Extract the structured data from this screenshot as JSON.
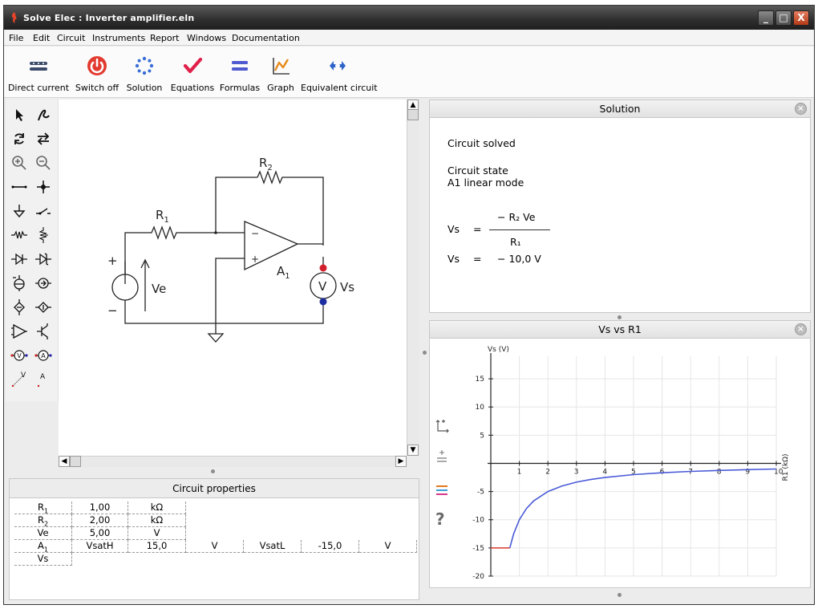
{
  "window": {
    "title": "Solve Elec : Inverter amplifier.eln",
    "minimize": "_",
    "maximize": "□",
    "close": "X"
  },
  "menu": [
    "File",
    "Edit",
    "Circuit",
    "Instruments",
    "Report",
    "Windows",
    "Documentation"
  ],
  "toolbar": {
    "direct_current": "Direct current",
    "switch_off": "Switch off",
    "solution": "Solution",
    "equations": "Equations",
    "formulas": "Formulas",
    "graph": "Graph",
    "equivalent_circuit": "Equivalent circuit"
  },
  "circuit": {
    "r1_base": "R",
    "r1_sub": "1",
    "r2_base": "R",
    "r2_sub": "2",
    "a1_base": "A",
    "a1_sub": "1",
    "ve": "Ve",
    "vs": "Vs",
    "voltmeter": "V",
    "plus": "+",
    "minus": "−",
    "opamp_minus": "−",
    "opamp_plus": "+"
  },
  "properties": {
    "title": "Circuit properties",
    "rows": [
      [
        "R1",
        "1,00",
        "kΩ"
      ],
      [
        "R2",
        "2,00",
        "kΩ"
      ],
      [
        "Ve",
        "5,00",
        "V"
      ],
      [
        "A1",
        "VsatH",
        "15,0",
        "V",
        "VsatL",
        "-15,0",
        "V"
      ],
      [
        "Vs"
      ]
    ]
  },
  "solution": {
    "title": "Solution",
    "solved": "Circuit solved",
    "state_title": "Circuit state",
    "state": "A1 linear mode",
    "lhs": "Vs",
    "eq": "=",
    "numerator": "− R₂ Ve",
    "denominator": "R₁",
    "lhs2": "Vs",
    "eq2": "=",
    "result": "− 10,0 V"
  },
  "graph_panel": {
    "title": "Vs vs R1",
    "help": "?"
  },
  "chart_data": {
    "type": "line",
    "xlabel": "R1 (kΩ)",
    "ylabel": "Vs (V)",
    "xlim": [
      0,
      10
    ],
    "ylim": [
      -20,
      19
    ],
    "xticks": [
      1,
      2,
      3,
      4,
      5,
      6,
      7,
      8,
      9,
      10
    ],
    "yticks": [
      15,
      10,
      5,
      -5,
      -10,
      -15,
      -20
    ],
    "grid": true,
    "saturation": {
      "x": [
        0,
        0.667
      ],
      "y": -15,
      "color": "#d9382a"
    },
    "series": [
      {
        "x": [
          0.667,
          0.8,
          1,
          1.25,
          1.5,
          2,
          2.5,
          3,
          3.5,
          4,
          5,
          6,
          7,
          8,
          9,
          10
        ],
        "y": [
          -15,
          -12.5,
          -10,
          -8,
          -6.67,
          -5,
          -4,
          -3.33,
          -2.86,
          -2.5,
          -2,
          -1.67,
          -1.43,
          -1.25,
          -1.11,
          -1
        ],
        "color": "#4a5bd8"
      }
    ]
  }
}
